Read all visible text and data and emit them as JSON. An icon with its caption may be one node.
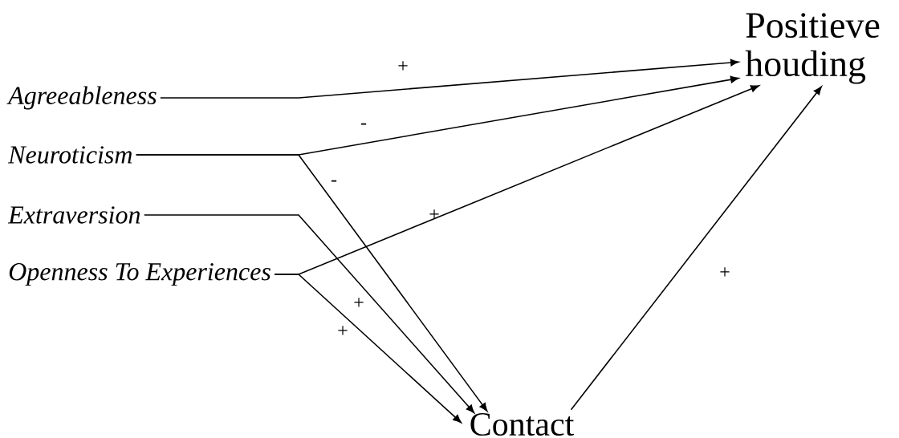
{
  "diagram": {
    "nodes": [
      {
        "text": [
          "*Agreeableness*"
        ]
      },
      {
        "text": [
          "*Neuroticism*"
        ]
      },
      {
        "text": [
          "*Extraversion*"
        ]
      },
      {
        "text": [
          "*Openness To Experiences*"
        ]
      },
      {
        "text": [
          "Positieve houding"
        ]
      },
      {
        "text": [
          "Contact"
        ]
      }
    ],
    "edges": [
      {
        "from": 0,
        "to": 4,
        "arrow": "to",
        "label": "+"
      },
      {
        "from": 1,
        "to": 4,
        "arrow": "to",
        "label": "-"
      },
      {
        "from": 1,
        "to": 5,
        "arrow": "to",
        "label": "-"
      },
      {
        "from": 2,
        "to": 5,
        "arrow": "to",
        "label": "+"
      },
      {
        "from": 3,
        "to": 4,
        "arrow": "to",
        "label": "+"
      },
      {
        "from": 3,
        "to": 5,
        "arrow": "to",
        "label": "+"
      },
      {
        "from": 5,
        "to": 4,
        "arrow": "to",
        "label": "+"
      }
    ]
  }
}
